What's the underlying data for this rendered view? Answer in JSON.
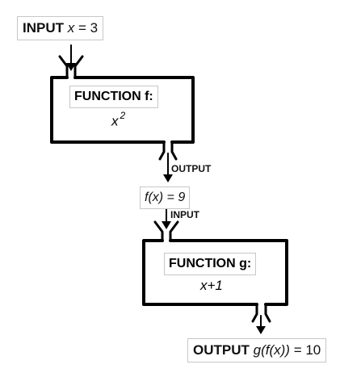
{
  "input": {
    "keyword": "INPUT",
    "variable": "x",
    "value_text": "= 3"
  },
  "function_f": {
    "title": "FUNCTION f:",
    "expr_base": "x",
    "expr_exponent": "2"
  },
  "connector_f_out": {
    "label": "OUTPUT"
  },
  "intermediate": {
    "text": "f(x) = 9"
  },
  "connector_g_in": {
    "label": "INPUT"
  },
  "function_g": {
    "title": "FUNCTION g:",
    "expr": "x+1"
  },
  "output": {
    "keyword": "OUTPUT",
    "expr": "g(f(x))",
    "value_text": "= 10"
  }
}
